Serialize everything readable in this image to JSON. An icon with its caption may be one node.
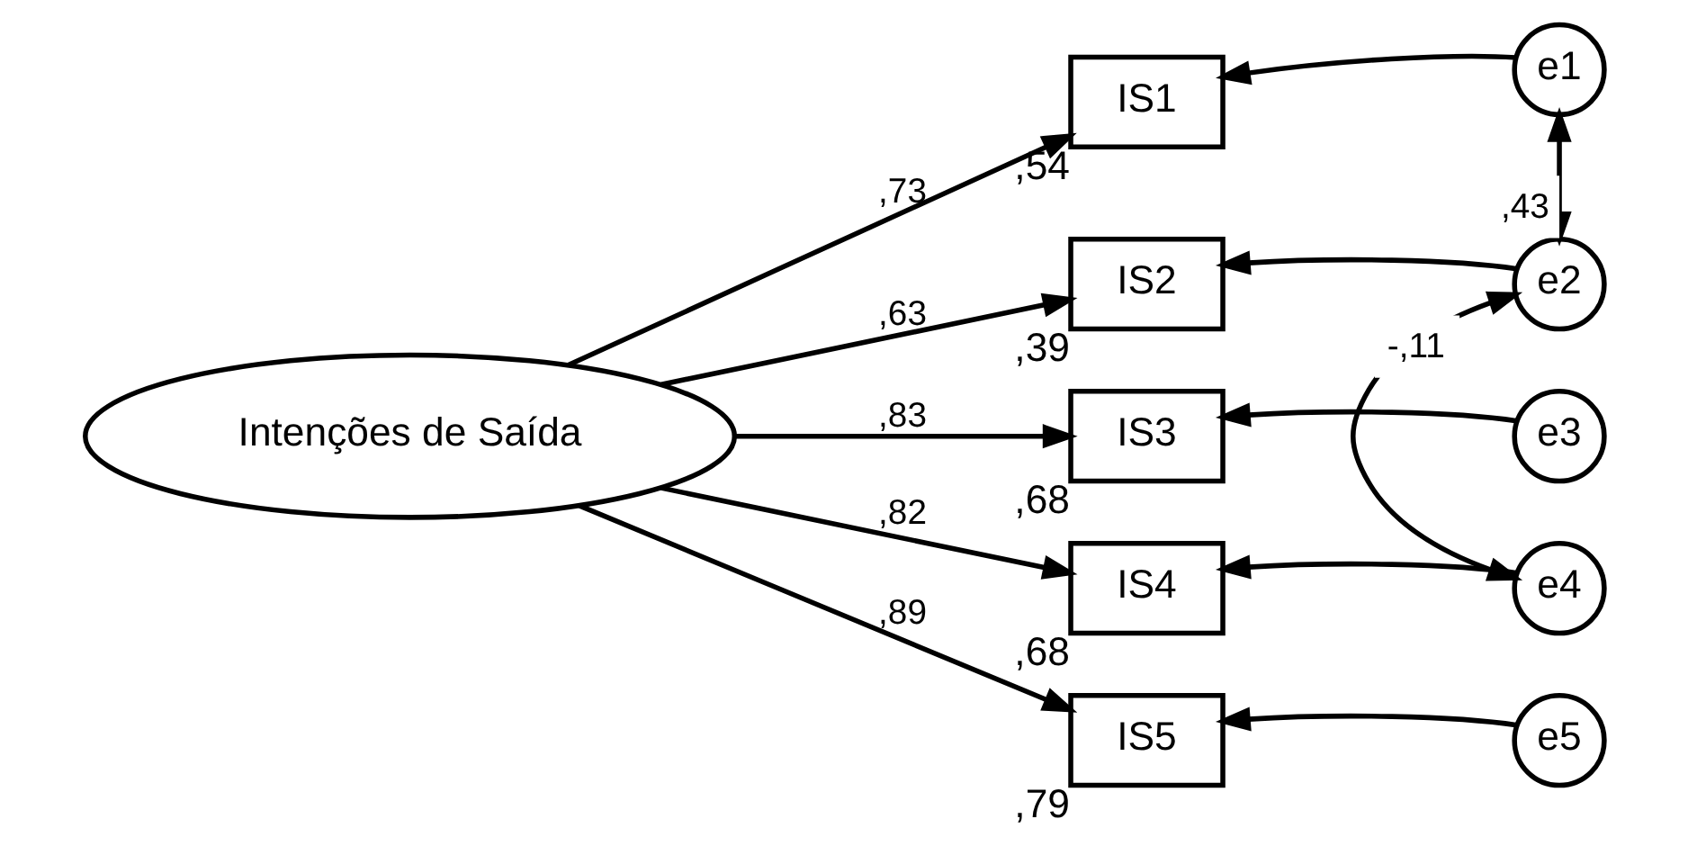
{
  "diagram": {
    "nodes": [
      {
        "text": [
          "Intenções de Saída"
        ]
      },
      {
        "text": [
          "IS1"
        ],
        "beside": [
          ",54"
        ]
      },
      {
        "text": [
          "IS2"
        ],
        "beside": [
          ",39"
        ]
      },
      {
        "text": [
          "IS3"
        ],
        "beside": [
          ",68"
        ]
      },
      {
        "text": [
          "IS4"
        ],
        "beside": [
          ",68"
        ]
      },
      {
        "text": [
          "IS5"
        ],
        "beside": [
          ",79"
        ]
      },
      {
        "text": [
          "e1"
        ]
      },
      {
        "text": [
          "e2"
        ]
      },
      {
        "text": [
          "e3"
        ]
      },
      {
        "text": [
          "e4"
        ]
      },
      {
        "text": [
          "e5"
        ]
      }
    ],
    "edges": [
      {
        "from": 0,
        "to": 1,
        "arrow": "to",
        "label": ",73"
      },
      {
        "from": 0,
        "to": 2,
        "arrow": "to",
        "label": ",63"
      },
      {
        "from": 0,
        "to": 3,
        "arrow": "to",
        "label": ",83"
      },
      {
        "from": 0,
        "to": 4,
        "arrow": "to",
        "label": ",82"
      },
      {
        "from": 0,
        "to": 5,
        "arrow": "to",
        "label": ",89"
      },
      {
        "from": 6,
        "to": 1,
        "arrow": "to"
      },
      {
        "from": 7,
        "to": 2,
        "arrow": "to"
      },
      {
        "from": 8,
        "to": 3,
        "arrow": "to"
      },
      {
        "from": 9,
        "to": 4,
        "arrow": "to"
      },
      {
        "from": 10,
        "to": 5,
        "arrow": "to"
      },
      {
        "from": 6,
        "to": 7,
        "arrow": "both",
        "label": ",43"
      },
      {
        "from": 7,
        "to": 9,
        "arrow": "both",
        "label": "-,11"
      }
    ]
  }
}
